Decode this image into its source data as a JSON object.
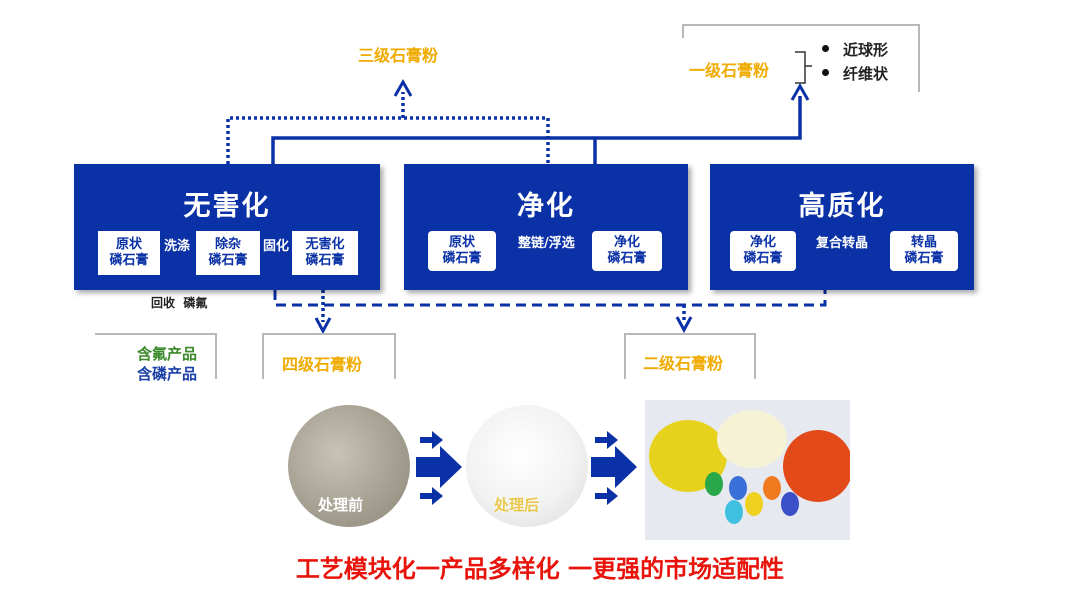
{
  "colors": {
    "panel": "#0b31a6",
    "gold": "#f0ab00",
    "red": "#e8140c",
    "green": "#3a8a2a"
  },
  "panels": [
    {
      "title": "无害化",
      "boxes": [
        [
          "原状",
          "磷石膏"
        ],
        [
          "除杂",
          "磷石膏"
        ],
        [
          "无害化",
          "磷石膏"
        ]
      ],
      "steps": [
        "洗涤",
        "固化"
      ]
    },
    {
      "title": "净化",
      "boxes": [
        [
          "原状",
          "磷石膏"
        ],
        [
          "净化",
          "磷石膏"
        ]
      ],
      "steps": [
        "整链/浮选"
      ]
    },
    {
      "title": "高质化",
      "boxes": [
        [
          "净化",
          "磷石膏"
        ],
        [
          "转晶",
          "磷石膏"
        ]
      ],
      "steps": [
        "复合转晶"
      ]
    }
  ],
  "recovery_label": "回收  磷氟",
  "byproducts": [
    "含氟产品",
    "含磷产品"
  ],
  "outputs": {
    "grade1": "一级石膏粉",
    "grade1_features": [
      "近球形",
      "纤维状"
    ],
    "grade2": "二级石膏粉",
    "grade3": "三级石膏粉",
    "grade4": "四级石膏粉"
  },
  "photos": {
    "before": "处理前",
    "after": "处理后"
  },
  "slogan": "工艺模块化一产品多样化 一更强的市场适配性"
}
